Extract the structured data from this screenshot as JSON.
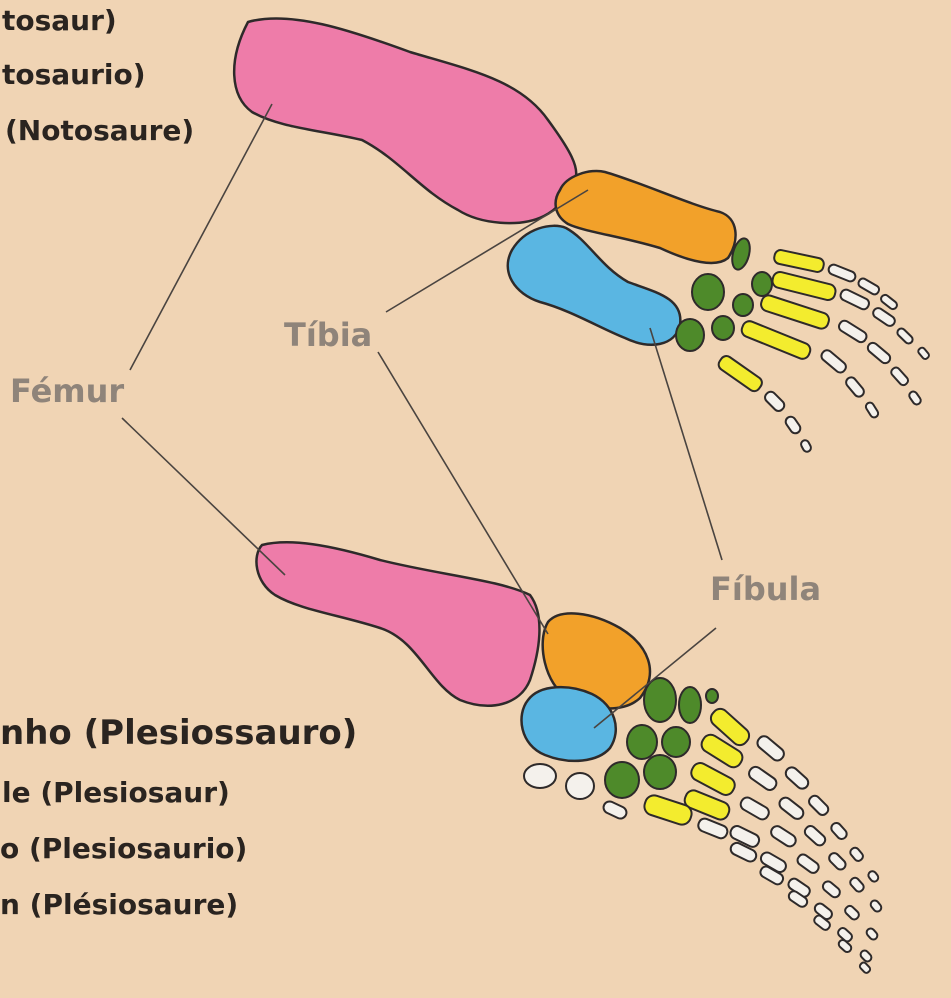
{
  "colors": {
    "background": "#f0d4b4",
    "femur": "#ee7ca9",
    "tibia": "#f2a12a",
    "fibula": "#5ab6e2",
    "tarsals": "#4e8a2a",
    "metatarsals": "#f3ec2e",
    "phalanges": "#f4f1ec",
    "label": "#8f847a",
    "text": "#2a2420"
  },
  "notosaur": {
    "name_lines": [
      "tosaur)",
      "tosaurio)",
      "(Notosaure)"
    ]
  },
  "plesiosaur": {
    "name_lines": [
      "nho (Plesiossauro)",
      "le (Plesiosaur)",
      "o (Plesiosaurio)",
      "n (Plésiosaure)"
    ]
  },
  "labels": {
    "femur": "Fémur",
    "tibia": "Tíbia",
    "fibula": "Fíbula"
  }
}
